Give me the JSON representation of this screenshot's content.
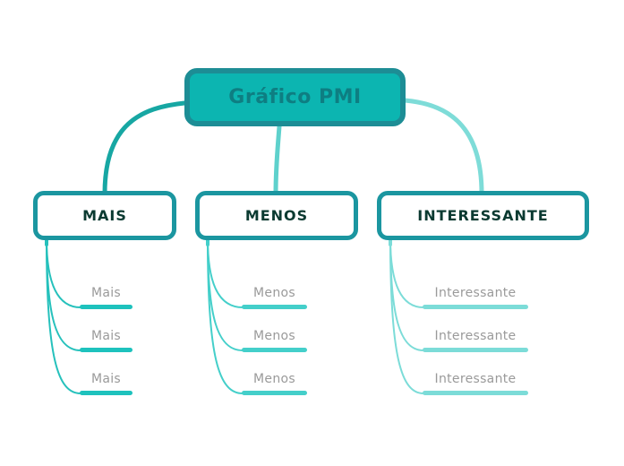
{
  "diagram": {
    "title": "Gráfico PMI",
    "root": {
      "label": "Gráfico PMI"
    },
    "branches": [
      {
        "label": "MAIS",
        "items": [
          "Mais",
          "Mais",
          "Mais"
        ],
        "underline_color": "#1ec2bd",
        "connector_color": "#17a7a3"
      },
      {
        "label": "MENOS",
        "items": [
          "Menos",
          "Menos",
          "Menos"
        ],
        "underline_color": "#44cfca",
        "connector_color": "#5ed1cc"
      },
      {
        "label": "INTERESSANTE",
        "items": [
          "Interessante",
          "Interessante",
          "Interessante"
        ],
        "underline_color": "#7cdcd8",
        "connector_color": "#7edcd8"
      }
    ],
    "colors": {
      "background": "#ffffff",
      "root_fill": "#0cb5b1",
      "root_border": "#1d8d95",
      "root_text": "#0e7e82",
      "branch_border": "#1b96a0",
      "branch_fill": "#ffffff",
      "branch_text": "#0b3a31",
      "leaf_text": "#9a9a9a"
    }
  }
}
